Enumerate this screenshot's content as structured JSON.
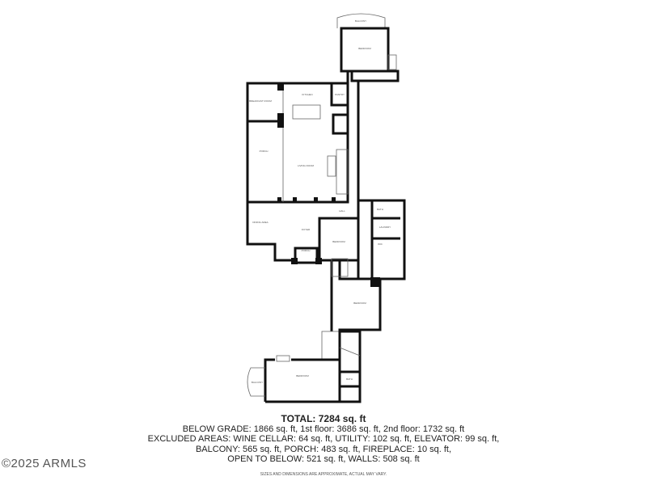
{
  "watermark": "©2025 ARMLS",
  "rooms": {
    "balcony_top": "BALCONY",
    "bedroom_top": "BEDROOM",
    "breakfast": "BREAKFAST ROOM",
    "kitchen": "KITCHEN",
    "pantry": "PANTRY",
    "porch_left": "PORCH",
    "living": "LIVING ROOM",
    "dining": "DINING AREA",
    "foyer": "FOYER",
    "porch_entry": "PORCH",
    "hall": "HALL",
    "bedroom_mid": "BEDROOM",
    "bath_right": "BATH",
    "laundry": "LAUNDRY",
    "wic": "WIC",
    "bedroom_lower": "BEDROOM",
    "bedroom_bottom": "BEDROOM",
    "balcony_bottom": "BALCONY",
    "bath_bottom": "BATH"
  },
  "summary": {
    "total": "TOTAL: 7284 sq. ft",
    "line1": "BELOW GRADE: 1866 sq. ft, 1st floor: 3686 sq. ft, 2nd floor: 1732 sq. ft",
    "line2": "EXCLUDED AREAS: WINE CELLAR: 64 sq. ft, UTILITY: 102 sq. ft, ELEVATOR: 99 sq. ft,",
    "line3": "BALCONY: 565 sq. ft, PORCH: 483 sq. ft, FIREPLACE: 10 sq. ft,",
    "line4": "OPEN TO BELOW: 521 sq. ft, WALLS: 508 sq. ft",
    "disclaimer": "SIZES AND DIMENSIONS ARE APPROXIMATE, ACTUAL MAY VARY."
  }
}
